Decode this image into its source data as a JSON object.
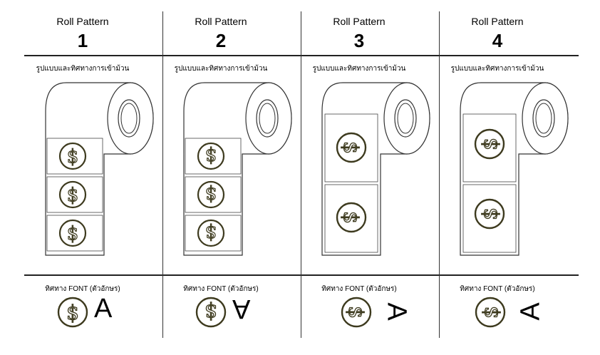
{
  "columns": [
    {
      "title": "Roll Pattern",
      "number": "1",
      "roll_caption": "รูปแบบและทิศทางการเข้าม้วน",
      "font_caption": "ทิศทาง  FONT (ตัวอักษร)",
      "letter": "A"
    },
    {
      "title": "Roll Pattern",
      "number": "2",
      "roll_caption": "รูปแบบและทิศทางการเข้าม้วน",
      "font_caption": "ทิศทาง  FONT (ตัวอักษร)",
      "letter": "A"
    },
    {
      "title": "Roll Pattern",
      "number": "3",
      "roll_caption": "รูปแบบและทิศทางการเข้าม้วน",
      "font_caption": "ทิศทาง  FONT (ตัวอักษร)",
      "letter": "A"
    },
    {
      "title": "Roll Pattern",
      "number": "4",
      "roll_caption": "รูปแบบและทิศทางการเข้าม้วน",
      "font_caption": "ทิศทาง  FONT (ตัวอักษร)",
      "letter": "A"
    }
  ],
  "icons": {
    "label_symbol": "dollar-seal-icon"
  },
  "colors": {
    "symbol": "#3d3a1e",
    "lines": "#222222"
  }
}
